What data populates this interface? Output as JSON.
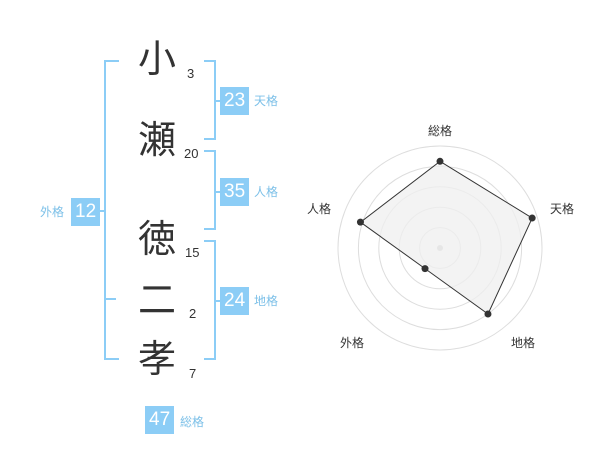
{
  "name_chars": [
    {
      "char": "小",
      "strokes": "3"
    },
    {
      "char": "瀬",
      "strokes": "20"
    },
    {
      "char": "徳",
      "strokes": "15"
    },
    {
      "char": "二",
      "strokes": "2"
    },
    {
      "char": "孝",
      "strokes": "7"
    }
  ],
  "fortunes": {
    "tenkaku": {
      "value": "23",
      "label": "天格"
    },
    "jinkaku": {
      "value": "35",
      "label": "人格"
    },
    "chikaku": {
      "value": "24",
      "label": "地格"
    },
    "gaikaku": {
      "value": "12",
      "label": "外格"
    },
    "soukaku": {
      "value": "47",
      "label": "総格"
    }
  },
  "colors": {
    "accent": "#8ccdf6",
    "label_text": "#7cc0e8",
    "radar_fill": "#efefef",
    "radar_stroke": "#333333",
    "ring": "#dddddd"
  },
  "chart_data": {
    "type": "radar",
    "axes": [
      "総格",
      "天格",
      "地格",
      "外格",
      "人格"
    ],
    "values": [
      0.85,
      0.95,
      0.8,
      0.25,
      0.82
    ],
    "rings": 5
  }
}
